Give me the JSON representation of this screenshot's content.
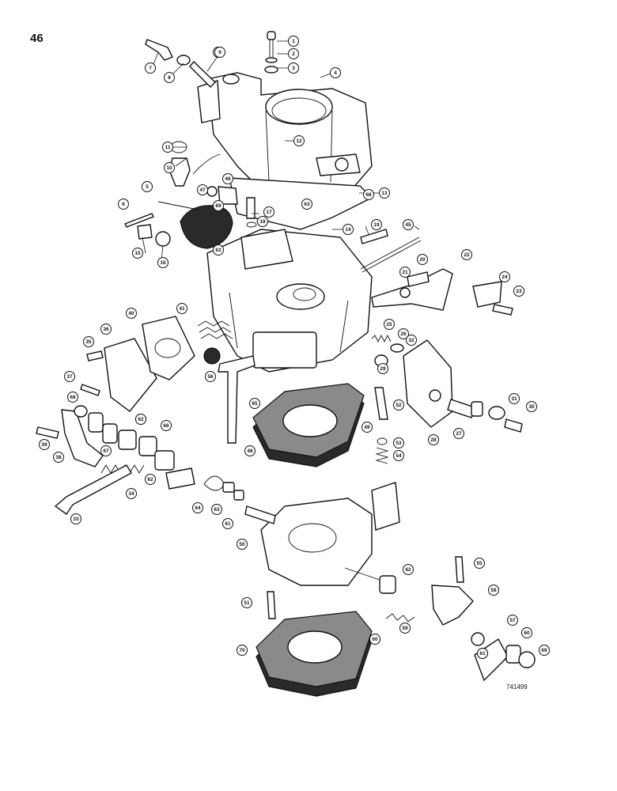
{
  "page": {
    "number": "46",
    "figure_code": "741499"
  },
  "callouts": [
    {
      "label": "1"
    },
    {
      "label": "2"
    },
    {
      "label": "3"
    },
    {
      "label": "4"
    },
    {
      "label": "7"
    },
    {
      "label": "8"
    },
    {
      "label": "9"
    },
    {
      "label": "10"
    },
    {
      "label": "11"
    },
    {
      "label": "12"
    },
    {
      "label": "13"
    },
    {
      "label": "14"
    },
    {
      "label": "15"
    },
    {
      "label": "16"
    },
    {
      "label": "17"
    },
    {
      "label": "18"
    },
    {
      "label": "19"
    },
    {
      "label": "20"
    },
    {
      "label": "21"
    },
    {
      "label": "22"
    },
    {
      "label": "23"
    },
    {
      "label": "24"
    },
    {
      "label": "25"
    },
    {
      "label": "26"
    },
    {
      "label": "27"
    },
    {
      "label": "28"
    },
    {
      "label": "29"
    },
    {
      "label": "30"
    },
    {
      "label": "31"
    },
    {
      "label": "32"
    },
    {
      "label": "33"
    },
    {
      "label": "34"
    },
    {
      "label": "35"
    },
    {
      "label": "36"
    },
    {
      "label": "37"
    },
    {
      "label": "38"
    },
    {
      "label": "39"
    },
    {
      "label": "40"
    },
    {
      "label": "41"
    },
    {
      "label": "45"
    },
    {
      "label": "46"
    },
    {
      "label": "47"
    },
    {
      "label": "48"
    },
    {
      "label": "49"
    },
    {
      "label": "50"
    },
    {
      "label": "51"
    },
    {
      "label": "52"
    },
    {
      "label": "53"
    },
    {
      "label": "54"
    },
    {
      "label": "55"
    },
    {
      "label": "56"
    },
    {
      "label": "57"
    },
    {
      "label": "58"
    },
    {
      "label": "59"
    },
    {
      "label": "60"
    },
    {
      "label": "61"
    },
    {
      "label": "62"
    },
    {
      "label": "63"
    },
    {
      "label": "64"
    },
    {
      "label": "65"
    },
    {
      "label": "66"
    },
    {
      "label": "67"
    },
    {
      "label": "68"
    },
    {
      "label": "69"
    },
    {
      "label": "70"
    },
    {
      "label": "5"
    },
    {
      "label": "6"
    },
    {
      "label": "9"
    },
    {
      "label": "62"
    },
    {
      "label": "63"
    },
    {
      "label": "60"
    },
    {
      "label": "61"
    },
    {
      "label": "62"
    },
    {
      "label": "63"
    },
    {
      "label": "68"
    },
    {
      "label": "69"
    },
    {
      "label": "62"
    },
    {
      "label": "61"
    }
  ]
}
